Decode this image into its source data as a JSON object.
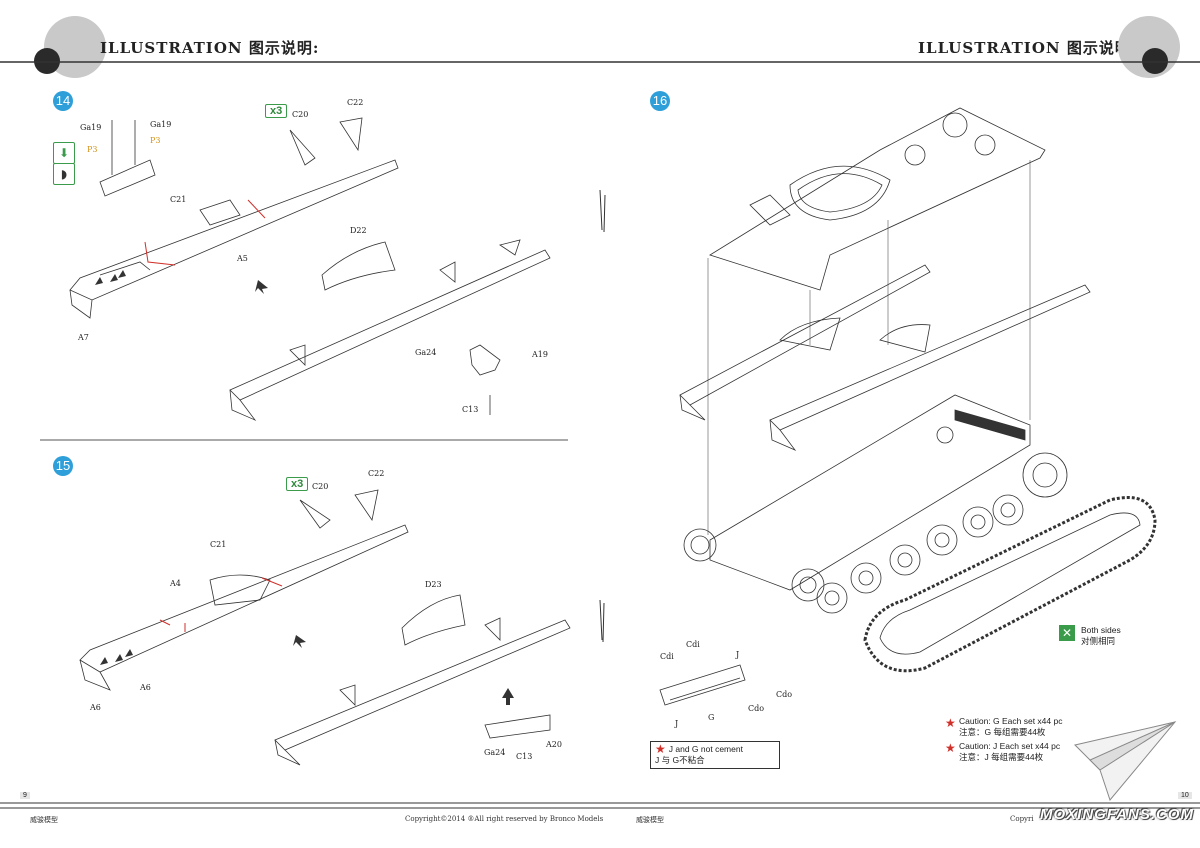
{
  "header": {
    "left_title": "ILLUSTRATION 图示说明:",
    "right_title": "ILLUSTRATION 图示说明:"
  },
  "steps": {
    "s14": {
      "number": "14",
      "multiplier": "x3",
      "labels": {
        "ga19_a": "Ga19",
        "ga19_b": "Ga19",
        "p3_a": "P3",
        "p3_b": "P3",
        "c20": "C20",
        "c22": "C22",
        "c21": "C21",
        "a5": "A5",
        "a7": "A7",
        "d22": "D22",
        "ga24": "Ga24",
        "a19": "A19",
        "c13": "C13"
      }
    },
    "s15": {
      "number": "15",
      "multiplier": "x3",
      "labels": {
        "c22": "C22",
        "c20": "C20",
        "c21": "C21",
        "a4": "A4",
        "a6_a": "A6",
        "a6_b": "A6",
        "d23": "D23",
        "ga24": "Ga24",
        "c13": "C13",
        "a20": "A20"
      }
    },
    "s16": {
      "number": "16",
      "labels": {
        "cdi_a": "Cdi",
        "cdi_b": "Cdi",
        "j": "J",
        "cdo_a": "Cdo",
        "cdo_b": "Cdo",
        "g": "G",
        "j2": "J"
      },
      "both_sides_en": "Both sides",
      "both_sides_cn": "对侧相同",
      "caution_g_en": "Caution: G Each set x44 pc",
      "caution_g_cn": "注意：G 每组需要44枚",
      "caution_j_en": "Caution: J Each set x44 pc",
      "caution_j_cn": "注意：J 每组需要44枚",
      "cement_en": "J and G not cement",
      "cement_cn": "J 与 G不粘合"
    }
  },
  "footer": {
    "page_left": "9",
    "page_right": "10",
    "brand_left": "威骏模型",
    "copyright": "Copyright©2014  ®All right reserved by Bronco Models",
    "brand_right": "威骏模型",
    "copyright_right": "Copyri"
  },
  "watermark": "MOXINGFANS.COM",
  "colors": {
    "step_circle": "#2e9fd9",
    "green": "#3a9b4a",
    "orange": "#d4941a",
    "red": "#d0302a"
  }
}
